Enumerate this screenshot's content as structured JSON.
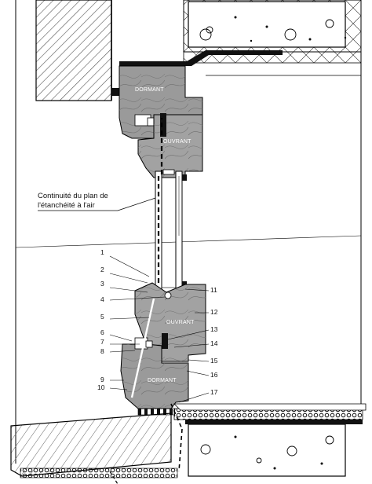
{
  "annotation": {
    "line1": "Continuité du plan de",
    "line2": "l'étanchéité à l'air"
  },
  "labels": {
    "dormant_top": "DORMANT",
    "ouvrant_top": "OUVRANT",
    "ouvrant_bottom": "OUVRANT",
    "dormant_bottom": "DORMANT"
  },
  "callouts": {
    "left": [
      "1",
      "2",
      "3",
      "4",
      "5",
      "6",
      "7",
      "8",
      "9",
      "10"
    ],
    "right": [
      "11",
      "12",
      "13",
      "14",
      "15",
      "16",
      "17"
    ]
  },
  "colors": {
    "wood": "#9a9a9a",
    "seal": "#111111",
    "hatch": "#555555"
  }
}
